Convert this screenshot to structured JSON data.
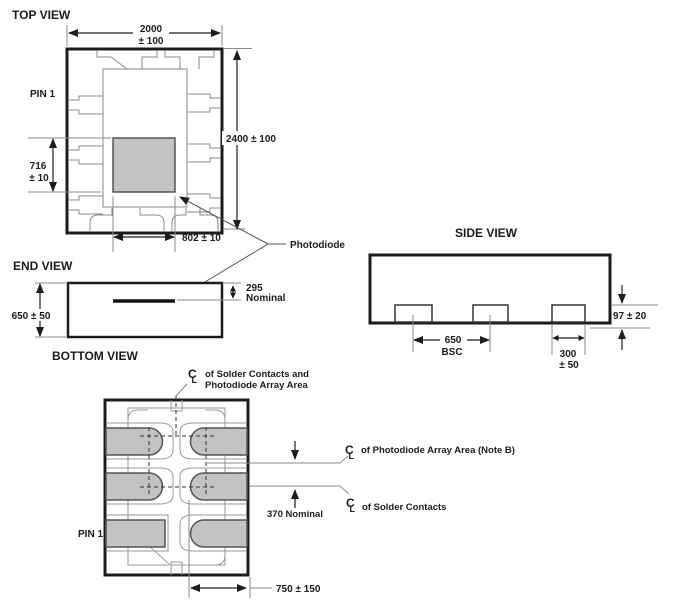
{
  "drawing": {
    "top_view": {
      "title": "TOP VIEW",
      "pin1_label": "PIN 1",
      "width_dim_value": "2000",
      "width_dim_tol": "± 100",
      "height_dim": "2400 ± 100",
      "pd_height_value": "716",
      "pd_height_tol": "± 10",
      "pd_width_dim": "802 ± 10"
    },
    "end_view": {
      "title": "END VIEW",
      "height_dim": "650 ± 50",
      "pd_offset_value": "295",
      "pd_offset_unit": "Nominal"
    },
    "side_view": {
      "title": "SIDE VIEW",
      "pitch_value": "650",
      "pitch_unit": "BSC",
      "contact_width_value": "300",
      "contact_width_tol": "± 50",
      "contact_height_dim": "97 ± 20"
    },
    "bottom_view": {
      "title": "BOTTOM VIEW",
      "pin1_label": "PIN 1",
      "centerline_combined_1": "of Solder Contacts and",
      "centerline_combined_2": "Photodiode Array Area",
      "centerline_photodiode": "of Photodiode Array Area (Note B)",
      "centerline_solder": "of Solder Contacts",
      "offset_dim": "370 Nominal",
      "width_dim": "750 ± 150"
    },
    "photodiode_label": "Photodiode",
    "symbols": {
      "centerline_c": "C",
      "centerline_l": "L"
    },
    "colors": {
      "outline": "#1c1c1c",
      "thin_line": "#8a8a8a",
      "dash_line": "#333333",
      "fill_gray": "#c3c3c3",
      "background": "#ffffff"
    }
  }
}
